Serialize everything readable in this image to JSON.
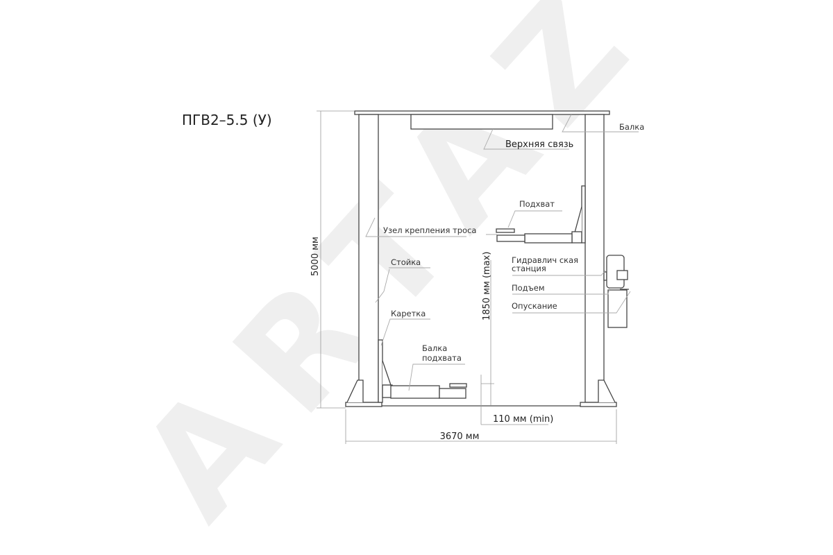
{
  "watermark": "ARTAZ",
  "title": "ПГВ2–5.5 (У)",
  "labels": {
    "beam": "Балка",
    "top_link": "Верхняя связь",
    "pickup": "Подхват",
    "cable_mount": "Узел крепления троса",
    "post": "Стойка",
    "carriage": "Каретка",
    "arm_beam_1": "Балка",
    "arm_beam_2": "подхвата",
    "hydraulic_1": "Гидравлич  ская",
    "hydraulic_2": "станция",
    "lift": "Подъем",
    "lower": "Опускание"
  },
  "dimensions": {
    "height": "5000 мм",
    "lift_height": "1850 мм (max)",
    "min_height": "110 мм (min)",
    "width": "3670 мм"
  }
}
